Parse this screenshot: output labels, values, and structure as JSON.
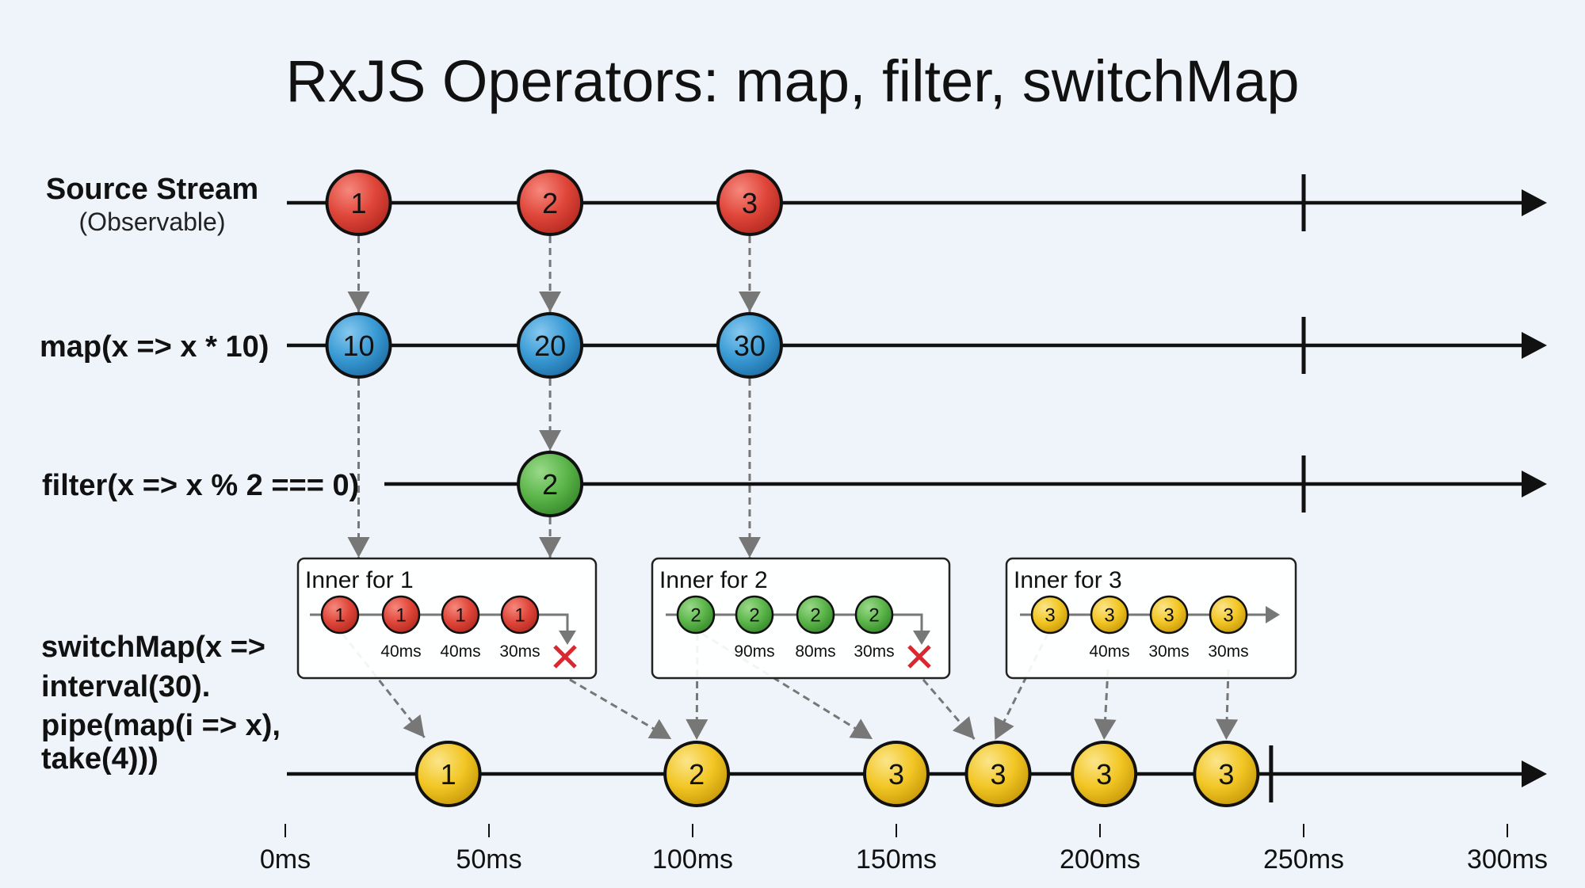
{
  "title": "RxJS Operators: map, filter, switchMap",
  "colors": {
    "background": "#eef4fa",
    "line": "#111111",
    "connector": "#777777",
    "red": "#e0463a",
    "blue": "#3a9bd5",
    "green": "#5cb64a",
    "yellow": "#f2c624",
    "cancel": "#d9282f"
  },
  "axis": {
    "unit": "ms",
    "range": [
      0,
      300
    ],
    "ticks": [
      {
        "value": 0,
        "label": "0ms"
      },
      {
        "value": 50,
        "label": "50ms"
      },
      {
        "value": 100,
        "label": "100ms"
      },
      {
        "value": 150,
        "label": "150ms"
      },
      {
        "value": 200,
        "label": "200ms"
      },
      {
        "value": 250,
        "label": "250ms"
      },
      {
        "value": 300,
        "label": "300ms"
      }
    ]
  },
  "rows": [
    {
      "id": "source",
      "label": "Source Stream",
      "sublabel": "(Observable)",
      "color": "red",
      "complete_at": 250,
      "marbles": [
        {
          "t": 18,
          "label": "1"
        },
        {
          "t": 65,
          "label": "2"
        },
        {
          "t": 114,
          "label": "3"
        }
      ]
    },
    {
      "id": "map",
      "label": "map(x => x * 10)",
      "color": "blue",
      "complete_at": 250,
      "marbles": [
        {
          "t": 18,
          "label": "10"
        },
        {
          "t": 65,
          "label": "20"
        },
        {
          "t": 114,
          "label": "30"
        }
      ]
    },
    {
      "id": "filter",
      "label": "filter(x => x % 2 === 0)",
      "color": "green",
      "complete_at": 250,
      "marbles": [
        {
          "t": 65,
          "label": "2"
        }
      ]
    },
    {
      "id": "switchmap",
      "label_lines": [
        "switchMap(x =>",
        "interval(30).",
        "pipe(map(i => x),",
        "take(4)))"
      ],
      "color": "yellow",
      "complete_at": 242,
      "marbles": [
        {
          "t": 40,
          "label": "1"
        },
        {
          "t": 101,
          "label": "2"
        },
        {
          "t": 150,
          "label": "3"
        },
        {
          "t": 175,
          "label": "3"
        },
        {
          "t": 201,
          "label": "3"
        },
        {
          "t": 231,
          "label": "3"
        }
      ]
    }
  ],
  "inner_streams": [
    {
      "title": "Inner for 1",
      "color": "red",
      "values": [
        "1",
        "1",
        "1",
        "1"
      ],
      "delays": [
        "40ms",
        "40ms",
        "30ms"
      ],
      "cancelled": true
    },
    {
      "title": "Inner for 2",
      "color": "green",
      "values": [
        "2",
        "2",
        "2",
        "2"
      ],
      "delays": [
        "90ms",
        "80ms",
        "30ms"
      ],
      "cancelled": true
    },
    {
      "title": "Inner for 3",
      "color": "yellow",
      "values": [
        "3",
        "3",
        "3",
        "3"
      ],
      "delays": [
        "40ms",
        "30ms",
        "30ms"
      ],
      "cancelled": false
    }
  ]
}
